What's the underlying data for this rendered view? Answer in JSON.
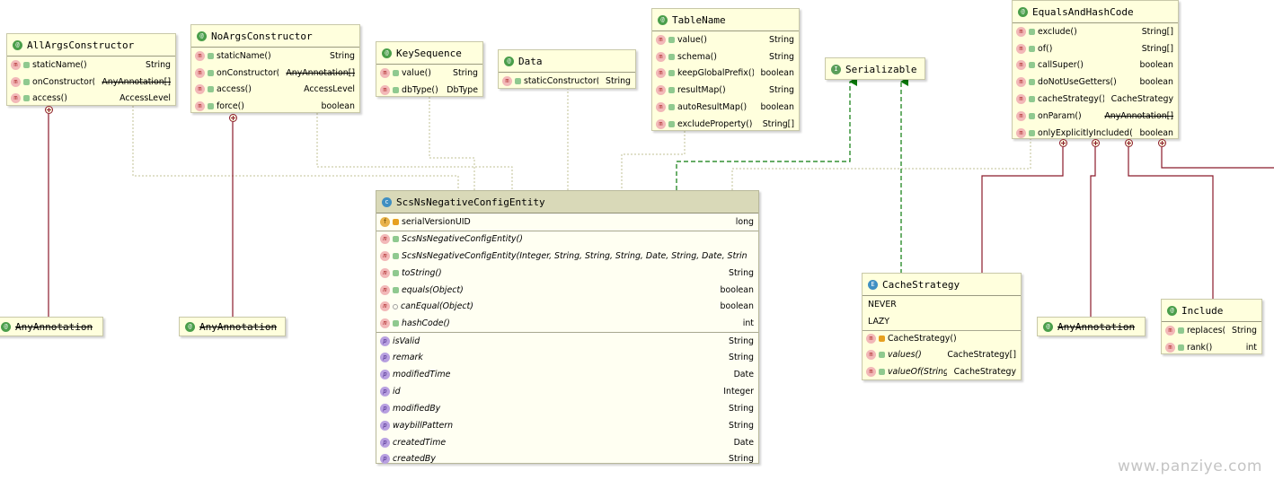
{
  "nodes": {
    "allargs": {
      "title": "AllArgsConstructor",
      "members": [
        {
          "name": "staticName()",
          "type": "String"
        },
        {
          "name": "onConstructor()",
          "type": "AnyAnnotation[]"
        },
        {
          "name": "access()",
          "type": "AccessLevel"
        }
      ]
    },
    "noargs": {
      "title": "NoArgsConstructor",
      "members": [
        {
          "name": "staticName()",
          "type": "String"
        },
        {
          "name": "onConstructor()",
          "type": "AnyAnnotation[]"
        },
        {
          "name": "access()",
          "type": "AccessLevel"
        },
        {
          "name": "force()",
          "type": "boolean"
        }
      ]
    },
    "keyseq": {
      "title": "KeySequence",
      "members": [
        {
          "name": "value()",
          "type": "String"
        },
        {
          "name": "dbType()",
          "type": "DbType"
        }
      ]
    },
    "data": {
      "title": "Data",
      "members": [
        {
          "name": "staticConstructor()",
          "type": "String"
        }
      ]
    },
    "tablename": {
      "title": "TableName",
      "members": [
        {
          "name": "value()",
          "type": "String"
        },
        {
          "name": "schema()",
          "type": "String"
        },
        {
          "name": "keepGlobalPrefix()",
          "type": "boolean"
        },
        {
          "name": "resultMap()",
          "type": "String"
        },
        {
          "name": "autoResultMap()",
          "type": "boolean"
        },
        {
          "name": "excludeProperty()",
          "type": "String[]"
        }
      ]
    },
    "serializable": {
      "title": "Serializable"
    },
    "eqhash": {
      "title": "EqualsAndHashCode",
      "members": [
        {
          "name": "exclude()",
          "type": "String[]"
        },
        {
          "name": "of()",
          "type": "String[]"
        },
        {
          "name": "callSuper()",
          "type": "boolean"
        },
        {
          "name": "doNotUseGetters()",
          "type": "boolean"
        },
        {
          "name": "cacheStrategy()",
          "type": "CacheStrategy"
        },
        {
          "name": "onParam()",
          "type": "AnyAnnotation[]"
        },
        {
          "name": "onlyExplicitlyIncluded()",
          "type": "boolean"
        }
      ]
    },
    "entity": {
      "title": "ScsNsNegativeConfigEntity",
      "fields": [
        {
          "name": "serialVersionUID",
          "type": "long"
        }
      ],
      "methods": [
        {
          "name": "ScsNsNegativeConfigEntity()",
          "type": ""
        },
        {
          "name": "ScsNsNegativeConfigEntity(Integer, String, String, String, Date, String, Date, String)",
          "type": ""
        },
        {
          "name": "toString()",
          "type": "String"
        },
        {
          "name": "equals(Object)",
          "type": "boolean"
        },
        {
          "name": "canEqual(Object)",
          "type": "boolean"
        },
        {
          "name": "hashCode()",
          "type": "int"
        }
      ],
      "properties": [
        {
          "name": "isValid",
          "type": "String"
        },
        {
          "name": "remark",
          "type": "String"
        },
        {
          "name": "modifiedTime",
          "type": "Date"
        },
        {
          "name": "id",
          "type": "Integer"
        },
        {
          "name": "modifiedBy",
          "type": "String"
        },
        {
          "name": "waybillPattern",
          "type": "String"
        },
        {
          "name": "createdTime",
          "type": "Date"
        },
        {
          "name": "createdBy",
          "type": "String"
        }
      ]
    },
    "cachestrategy": {
      "title": "CacheStrategy",
      "constants": [
        "NEVER",
        "LAZY"
      ],
      "methods": [
        {
          "name": "CacheStrategy()",
          "type": ""
        },
        {
          "name": "values()",
          "type": "CacheStrategy[]"
        },
        {
          "name": "valueOf(String)",
          "type": "CacheStrategy"
        }
      ]
    },
    "include": {
      "title": "Include",
      "members": [
        {
          "name": "replaces()",
          "type": "String"
        },
        {
          "name": "rank()",
          "type": "int"
        }
      ]
    },
    "anyann1": {
      "title": "AnyAnnotation"
    },
    "anyann2": {
      "title": "AnyAnnotation"
    },
    "anyann3": {
      "title": "AnyAnnotation"
    }
  },
  "icons": {
    "annotation": "annotation-icon",
    "interface": "interface-icon",
    "class": "class-icon",
    "enum": "enum-icon",
    "method": "method-icon",
    "field": "field-icon",
    "property": "property-icon"
  },
  "colors": {
    "node_fill": "#ffffdd",
    "header_main": "#d9d9b8",
    "inner_class_link": "#8b1a2b",
    "implements_link": "#0a7a0a",
    "dependency_link": "#b8b88a"
  },
  "watermark": "www.panziye.com"
}
